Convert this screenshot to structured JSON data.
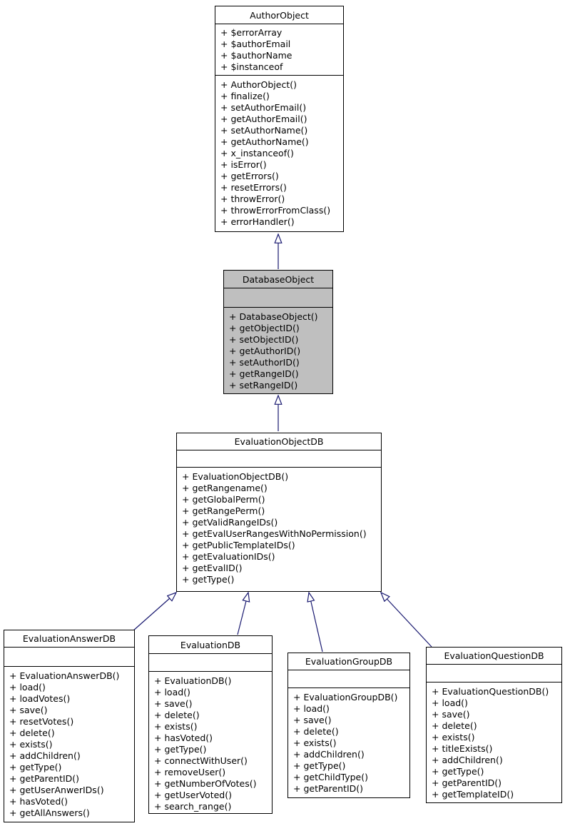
{
  "colors": {
    "arrow": "#191970",
    "highlight_fill": "#bfbfbf",
    "box_fill": "#ffffff",
    "border": "#000000",
    "text": "#000000",
    "page_bg": "#ffffff"
  },
  "diagram": {
    "type": "uml-class-inheritance",
    "classes": {
      "author": {
        "title": "AuthorObject",
        "attributes": [
          "+ $errorArray",
          "+ $authorEmail",
          "+ $authorName",
          "+ $instanceof"
        ],
        "methods": [
          "+ AuthorObject()",
          "+ finalize()",
          "+ setAuthorEmail()",
          "+ getAuthorEmail()",
          "+ setAuthorName()",
          "+ getAuthorName()",
          "+ x_instanceof()",
          "+ isError()",
          "+ getErrors()",
          "+ resetErrors()",
          "+ throwError()",
          "+ throwErrorFromClass()",
          "+ errorHandler()"
        ]
      },
      "database": {
        "title": "DatabaseObject",
        "attributes": [],
        "methods": [
          "+ DatabaseObject()",
          "+ getObjectID()",
          "+ setObjectID()",
          "+ getAuthorID()",
          "+ setAuthorID()",
          "+ getRangeID()",
          "+ setRangeID()"
        ],
        "highlighted": true
      },
      "evalobject": {
        "title": "EvaluationObjectDB",
        "attributes": [],
        "methods": [
          "+ EvaluationObjectDB()",
          "+ getRangename()",
          "+ getGlobalPerm()",
          "+ getRangePerm()",
          "+ getValidRangeIDs()",
          "+ getEvalUserRangesWithNoPermission()",
          "+ getPublicTemplateIDs()",
          "+ getEvaluationIDs()",
          "+ getEvalID()",
          "+ getType()"
        ]
      },
      "answer": {
        "title": "EvaluationAnswerDB",
        "attributes": [],
        "methods": [
          "+ EvaluationAnswerDB()",
          "+ load()",
          "+ loadVotes()",
          "+ save()",
          "+ resetVotes()",
          "+ delete()",
          "+ exists()",
          "+ addChildren()",
          "+ getType()",
          "+ getParentID()",
          "+ getUserAnwerIDs()",
          "+ hasVoted()",
          "+ getAllAnswers()"
        ]
      },
      "evaluation": {
        "title": "EvaluationDB",
        "attributes": [],
        "methods": [
          "+ EvaluationDB()",
          "+ load()",
          "+ save()",
          "+ delete()",
          "+ exists()",
          "+ hasVoted()",
          "+ getType()",
          "+ connectWithUser()",
          "+ removeUser()",
          "+ getNumberOfVotes()",
          "+ getUserVoted()",
          "+ search_range()"
        ]
      },
      "group": {
        "title": "EvaluationGroupDB",
        "attributes": [],
        "methods": [
          "+ EvaluationGroupDB()",
          "+ load()",
          "+ save()",
          "+ delete()",
          "+ exists()",
          "+ addChildren()",
          "+ getType()",
          "+ getChildType()",
          "+ getParentID()"
        ]
      },
      "question": {
        "title": "EvaluationQuestionDB",
        "attributes": [],
        "methods": [
          "+ EvaluationQuestionDB()",
          "+ load()",
          "+ save()",
          "+ delete()",
          "+ exists()",
          "+ titleExists()",
          "+ addChildren()",
          "+ getType()",
          "+ getParentID()",
          "+ getTemplateID()"
        ]
      }
    },
    "relations": [
      {
        "from": "DatabaseObject",
        "to": "AuthorObject",
        "type": "inheritance"
      },
      {
        "from": "EvaluationObjectDB",
        "to": "DatabaseObject",
        "type": "inheritance"
      },
      {
        "from": "EvaluationAnswerDB",
        "to": "EvaluationObjectDB",
        "type": "inheritance"
      },
      {
        "from": "EvaluationDB",
        "to": "EvaluationObjectDB",
        "type": "inheritance"
      },
      {
        "from": "EvaluationGroupDB",
        "to": "EvaluationObjectDB",
        "type": "inheritance"
      },
      {
        "from": "EvaluationQuestionDB",
        "to": "EvaluationObjectDB",
        "type": "inheritance"
      }
    ]
  }
}
